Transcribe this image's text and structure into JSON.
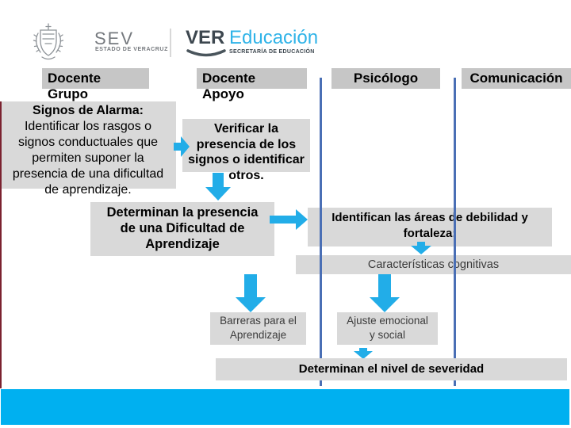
{
  "slide": {
    "logo": {
      "sev": "SEV",
      "sev_subtitle": "ESTADO DE VERACRUZ",
      "ver": "VER",
      "educacion": "Educación",
      "educacion_subtitle": "SECRETARÍA DE EDUCACIÓN"
    },
    "columns": [
      {
        "id": "docente-grupo",
        "label": "Docente\nGrupo"
      },
      {
        "id": "docente-apoyo",
        "label": "Docente\nApoyo"
      },
      {
        "id": "psicologo",
        "label": "Psicólogo"
      },
      {
        "id": "comunicacion",
        "label": "Comunicación"
      }
    ],
    "boxes": {
      "signos_title": "Signos de Alarma:",
      "signos_body": "Identificar los rasgos o\nsignos conductuales que\npermiten suponer la\npresencia de una dificultad\nde aprendizaje.",
      "verificar": "Verificar la\npresencia de los\nsignos o identificar\notros.",
      "determinan_presencia": "Determinan la presencia\nde una Dificultad de\nAprendizaje",
      "identifican_areas": "Identifican las áreas de debilidad y\nfortaleza:",
      "caracteristicas": "Características cognitivas",
      "barreras": "Barreras para el\nAprendizaje",
      "ajuste": "Ajuste emocional\ny social",
      "severidad": "Determinan el nivel de severidad"
    },
    "colors": {
      "accent_cyan": "#00b0f0",
      "arrow_cyan": "#22ade8",
      "box_gray": "#d9d9d9",
      "header_gray": "#c6c6c6",
      "column_line_blue": "#4a6fb5",
      "left_border_maroon": "#7b2230",
      "educacion_cyan": "#2fb3e8",
      "logo_gray": "#75797e"
    }
  }
}
